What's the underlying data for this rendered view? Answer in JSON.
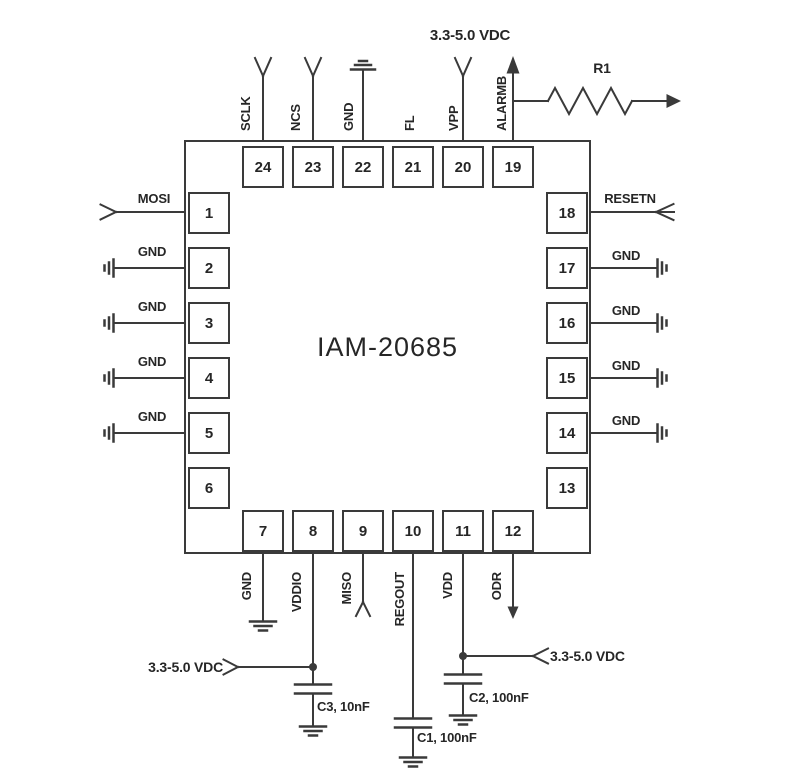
{
  "diagram": {
    "chip_name": "IAM-20685",
    "ink_color": "#3a3a3a",
    "text_color": "#262626",
    "power_rails": {
      "top": "3.3-5.0 VDC",
      "bottom_left": "3.3-5.0 VDC",
      "bottom_right": "3.3-5.0 VDC"
    },
    "components": {
      "resistor_r1": "R1",
      "cap_c1": "C1, 100nF",
      "cap_c2": "C2, 100nF",
      "cap_c3": "C3, 10nF"
    },
    "pins": {
      "top": [
        {
          "number": "24",
          "label": "SCLK"
        },
        {
          "number": "23",
          "label": "NCS"
        },
        {
          "number": "22",
          "label": "GND"
        },
        {
          "number": "21",
          "label": "FL"
        },
        {
          "number": "20",
          "label": "VPP"
        },
        {
          "number": "19",
          "label": "ALARMB"
        }
      ],
      "bottom": [
        {
          "number": "7",
          "label": "GND"
        },
        {
          "number": "8",
          "label": "VDDIO"
        },
        {
          "number": "9",
          "label": "MISO"
        },
        {
          "number": "10",
          "label": "REGOUT"
        },
        {
          "number": "11",
          "label": "VDD"
        },
        {
          "number": "12",
          "label": "ODR"
        }
      ],
      "left": [
        {
          "number": "1",
          "label": "MOSI"
        },
        {
          "number": "2",
          "label": "GND"
        },
        {
          "number": "3",
          "label": "GND"
        },
        {
          "number": "4",
          "label": "GND"
        },
        {
          "number": "5",
          "label": "GND"
        },
        {
          "number": "6",
          "label": ""
        }
      ],
      "right": [
        {
          "number": "18",
          "label": "RESETN"
        },
        {
          "number": "17",
          "label": "GND"
        },
        {
          "number": "16",
          "label": "GND"
        },
        {
          "number": "15",
          "label": "GND"
        },
        {
          "number": "14",
          "label": "GND"
        },
        {
          "number": "13",
          "label": ""
        }
      ]
    }
  }
}
